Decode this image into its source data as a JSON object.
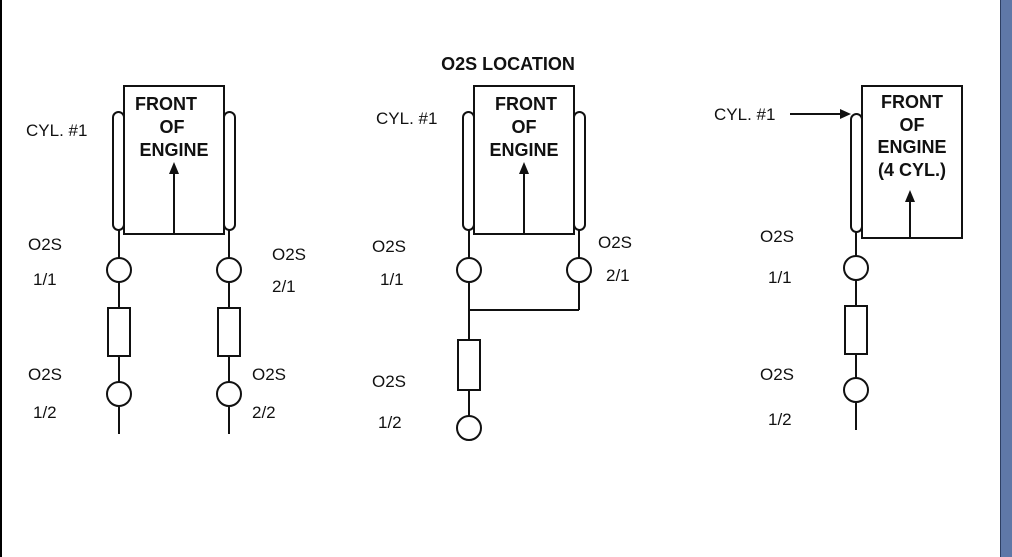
{
  "title": "O2S LOCATION",
  "colors": {
    "line": "#111111",
    "scrollbar": "#5f78a8"
  },
  "diagrams": [
    {
      "cyl_label": "CYL. #1",
      "box_lines": [
        "FRONT",
        "OF",
        "ENGINE"
      ],
      "sensors": [
        {
          "name": "O2S",
          "id": "1/1"
        },
        {
          "name": "O2S",
          "id": "2/1"
        },
        {
          "name": "O2S",
          "id": "1/2"
        },
        {
          "name": "O2S",
          "id": "2/2"
        }
      ]
    },
    {
      "cyl_label": "CYL. #1",
      "box_lines": [
        "FRONT",
        "OF",
        "ENGINE"
      ],
      "sensors": [
        {
          "name": "O2S",
          "id": "1/1"
        },
        {
          "name": "O2S",
          "id": "2/1"
        },
        {
          "name": "O2S",
          "id": "1/2"
        }
      ]
    },
    {
      "cyl_label": "CYL. #1",
      "box_lines": [
        "FRONT",
        "OF",
        "ENGINE",
        "(4 CYL.)"
      ],
      "sensors": [
        {
          "name": "O2S",
          "id": "1/1"
        },
        {
          "name": "O2S",
          "id": "1/2"
        }
      ]
    }
  ]
}
